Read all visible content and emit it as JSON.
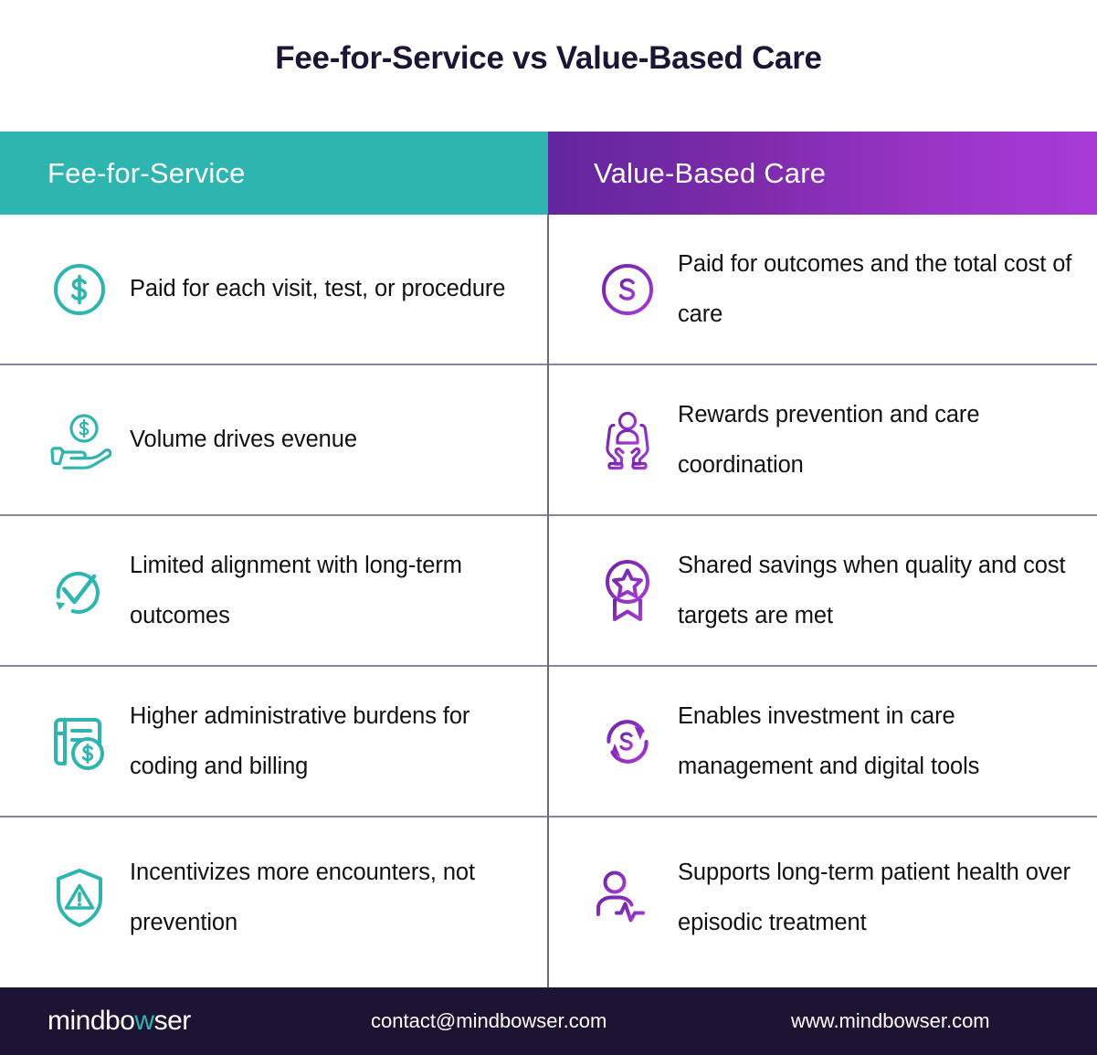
{
  "page_title": "Fee-for-Service vs Value-Based Care",
  "colors": {
    "teal": "#2FB5B0",
    "purple_dark": "#62269E",
    "purple_bright": "#A83BD6",
    "title_navy": "#1C1533",
    "footer_navy": "#1C1433",
    "divider": "#8A8499",
    "body_text": "#111111"
  },
  "columns": [
    {
      "id": "fee-for-service",
      "header": "Fee-for-Service",
      "accent": "#2FB5B0"
    },
    {
      "id": "value-based-care",
      "header": "Value-Based Care",
      "accent": "#A83BD6"
    }
  ],
  "rows": [
    {
      "left": {
        "icon": "dollar-circle-icon",
        "text": "Paid for each visit, test, or procedure"
      },
      "right": {
        "icon": "dollar-circle-icon",
        "text": "Paid for outcomes and the total cost of care"
      }
    },
    {
      "left": {
        "icon": "hand-holding-coin-icon",
        "text": "Volume drives evenue"
      },
      "right": {
        "icon": "hands-holding-person-icon",
        "text": "Rewards prevention and care coordination"
      }
    },
    {
      "left": {
        "icon": "circular-checkmark-icon",
        "text": "Limited alignment with long-term outcomes"
      },
      "right": {
        "icon": "award-badge-star-icon",
        "text": "Shared savings when quality and cost targets are met"
      }
    },
    {
      "left": {
        "icon": "invoice-dollar-icon",
        "text": "Higher administrative burdens for coding and billing"
      },
      "right": {
        "icon": "dollar-refresh-cycle-icon",
        "text": "Enables investment in care management and digital tools"
      }
    },
    {
      "left": {
        "icon": "shield-warning-icon",
        "text": "Incentivizes more encounters, not prevention"
      },
      "right": {
        "icon": "patient-pulse-icon",
        "text": "Supports long-term patient health over episodic treatment"
      }
    }
  ],
  "footer": {
    "logo_part1": "mindbo",
    "logo_accent": "w",
    "logo_part2": "ser",
    "email": "contact@mindbowser.com",
    "website": "www.mindbowser.com"
  }
}
